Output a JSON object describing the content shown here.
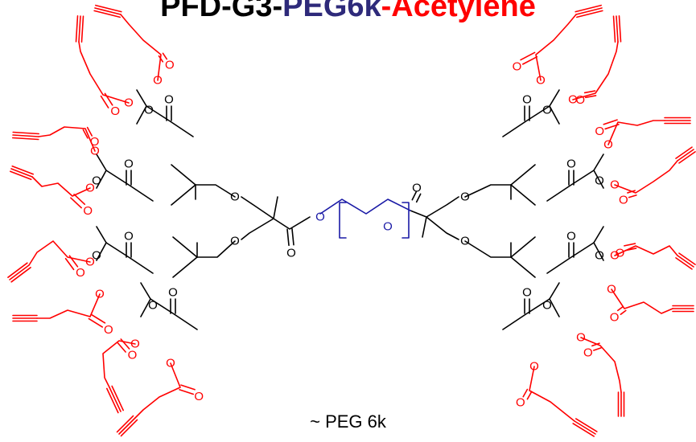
{
  "title": {
    "part1": "PFD-G3-",
    "part2": "PEG6k",
    "part3": "-Acetylene"
  },
  "footnote": "~ PEG 6k",
  "atom_label": "O",
  "colors": {
    "part1": "#000000",
    "part2": "#2e2a7a",
    "part3": "#ff0000",
    "core": "#000000",
    "peg": "#1a1aa6",
    "terminal": "#ff0000"
  }
}
